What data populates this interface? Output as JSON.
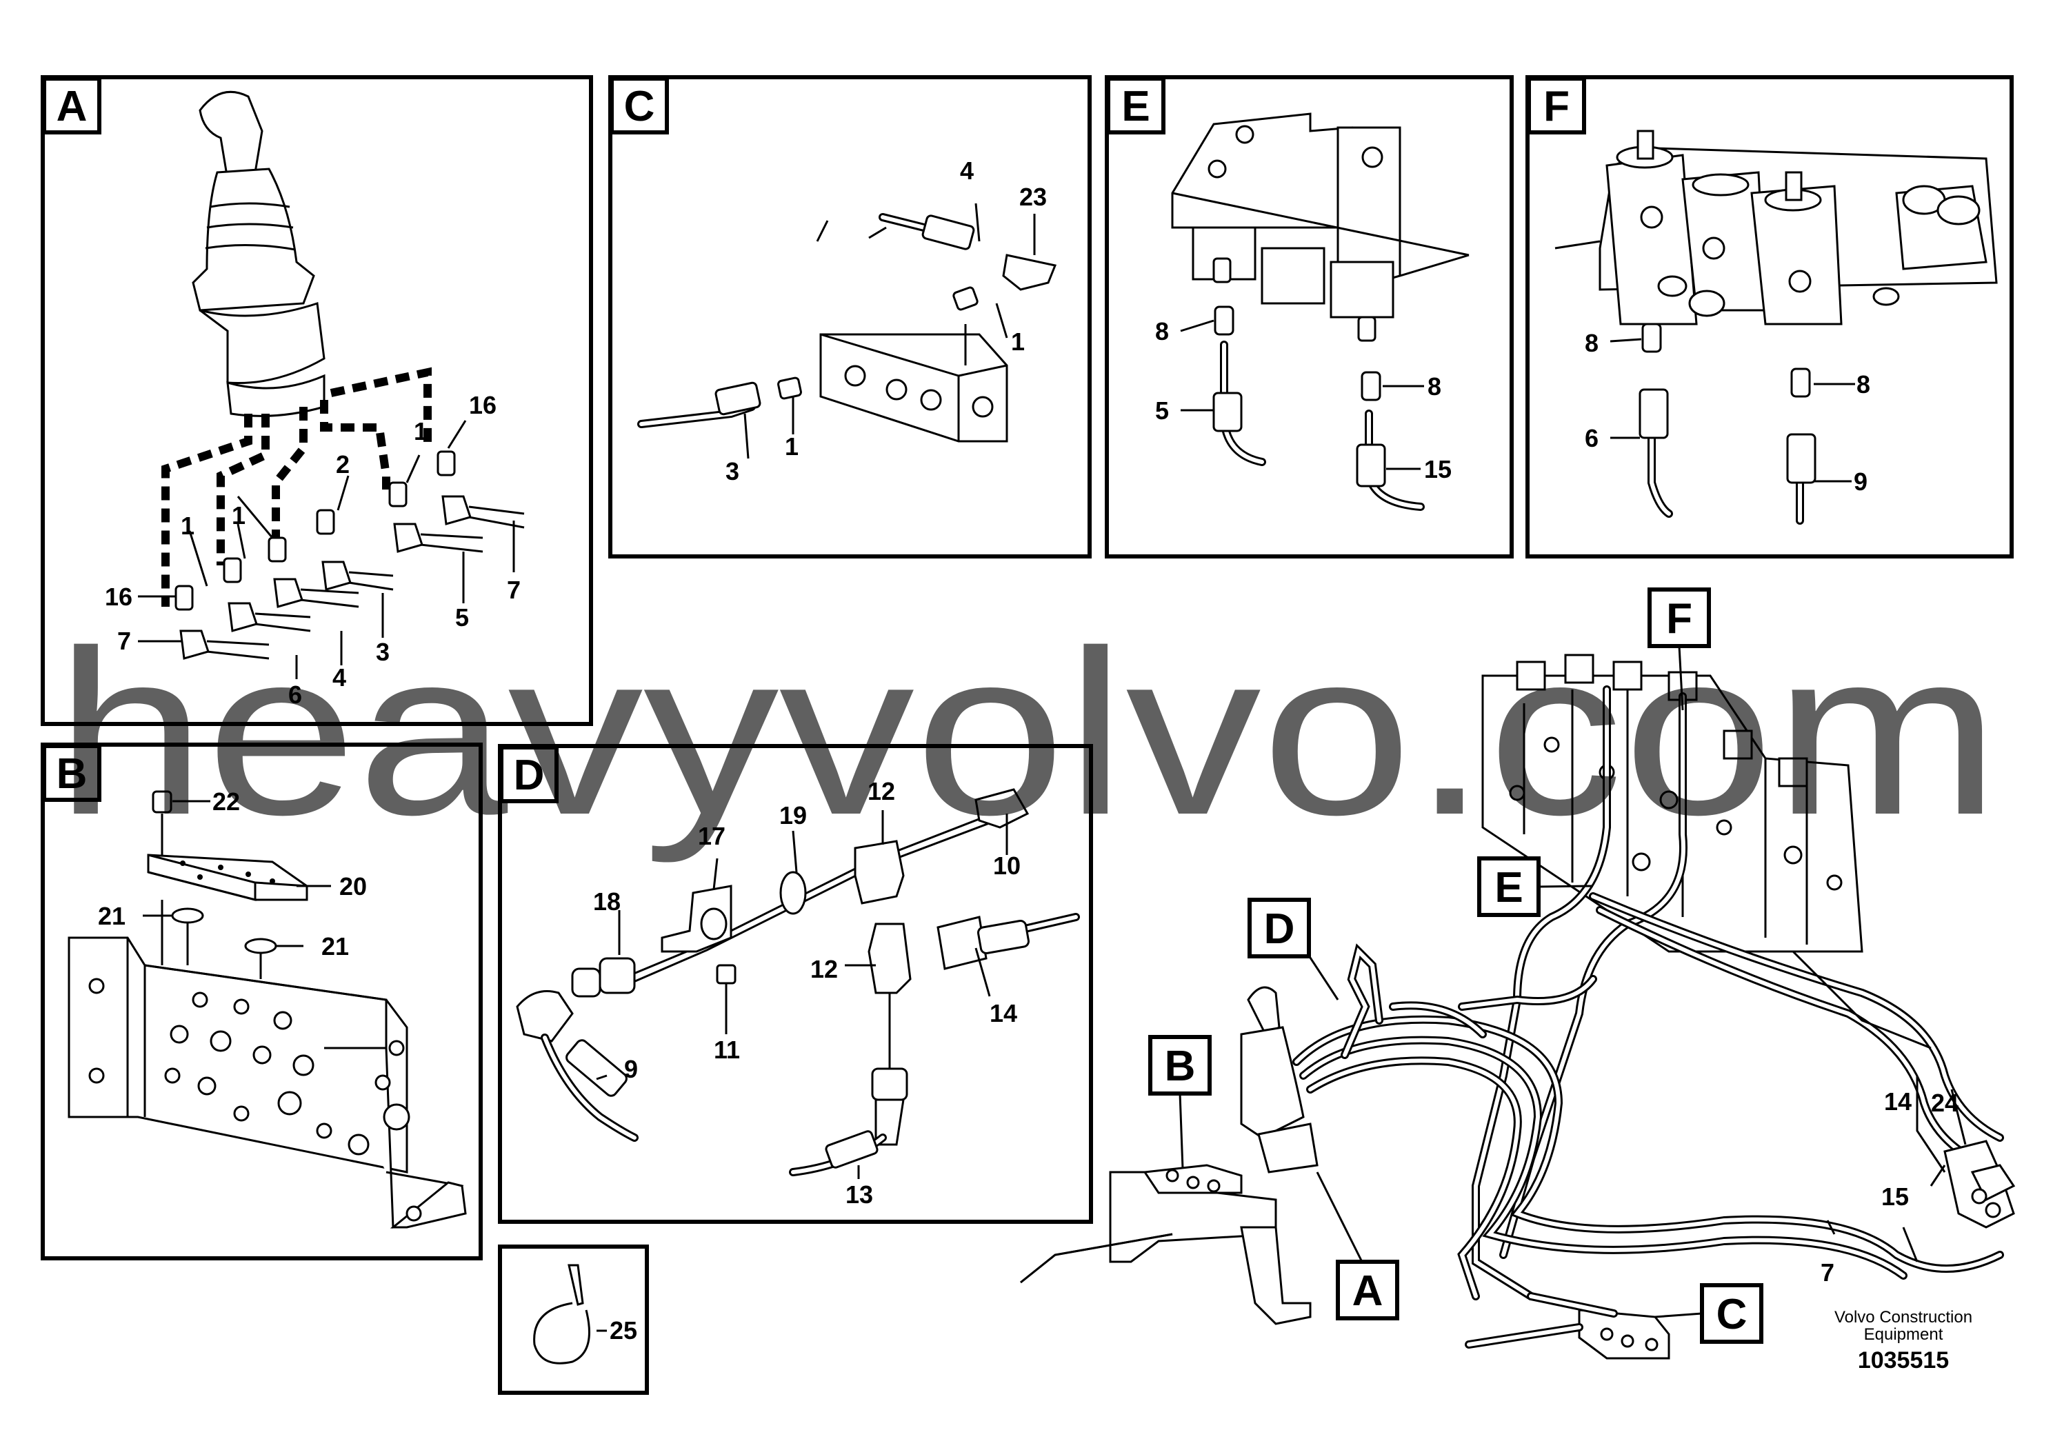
{
  "panels": {
    "A": {
      "letter": "A",
      "labels": [
        "16",
        "1",
        "2",
        "1",
        "1",
        "16",
        "7",
        "6",
        "4",
        "3",
        "5",
        "7"
      ]
    },
    "C": {
      "letter": "C",
      "labels": [
        "4",
        "23",
        "1",
        "1",
        "3"
      ]
    },
    "E": {
      "letter": "E",
      "labels": [
        "8",
        "8",
        "5",
        "15"
      ]
    },
    "F": {
      "letter": "F",
      "labels": [
        "8",
        "8",
        "6",
        "9"
      ]
    },
    "B": {
      "letter": "B",
      "labels": [
        "22",
        "20",
        "21",
        "21"
      ]
    },
    "D": {
      "letter": "D",
      "labels": [
        "12",
        "19",
        "10",
        "17",
        "18",
        "12",
        "14",
        "11",
        "9",
        "13"
      ]
    },
    "tie": {
      "labels": [
        "25"
      ]
    }
  },
  "overview": {
    "callouts": [
      "F",
      "E",
      "D",
      "B",
      "A",
      "C"
    ],
    "labels": [
      "14",
      "24",
      "15",
      "7"
    ]
  },
  "watermark": "heavyvolvo.com",
  "footer": {
    "company": "Volvo Construction Equipment",
    "drawing_number": "1035515"
  }
}
